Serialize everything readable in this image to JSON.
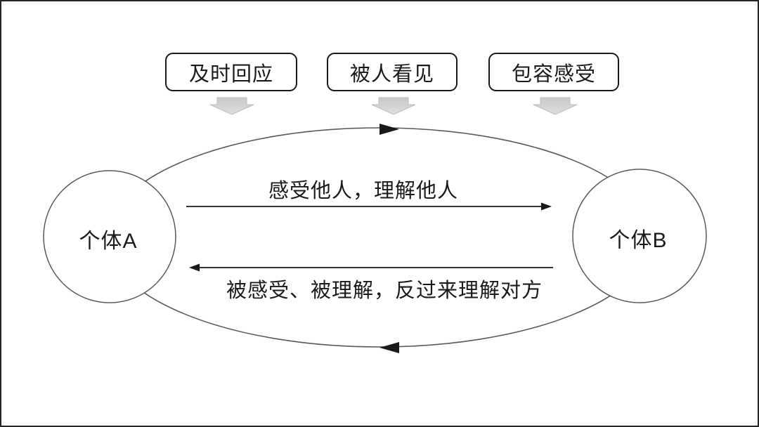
{
  "top_boxes": [
    {
      "label": "及时回应"
    },
    {
      "label": "被人看见"
    },
    {
      "label": "包容感受"
    }
  ],
  "cycle": {
    "left_node": "个体A",
    "right_node": "个体B",
    "top_arrow_label": "感受他人，理解他人",
    "bottom_arrow_label": "被感受、被理解，反过来理解对方"
  },
  "colors": {
    "background": "#ffffff",
    "frame_border": "#262626",
    "line_black": "#1a1a1a",
    "ellipse_stroke": "#595959",
    "circle_stroke": "#595959",
    "block_arrow_fill": "#d6d6d6",
    "block_arrow_stroke": "#bdbdbd",
    "text": "#1a1a1a"
  }
}
